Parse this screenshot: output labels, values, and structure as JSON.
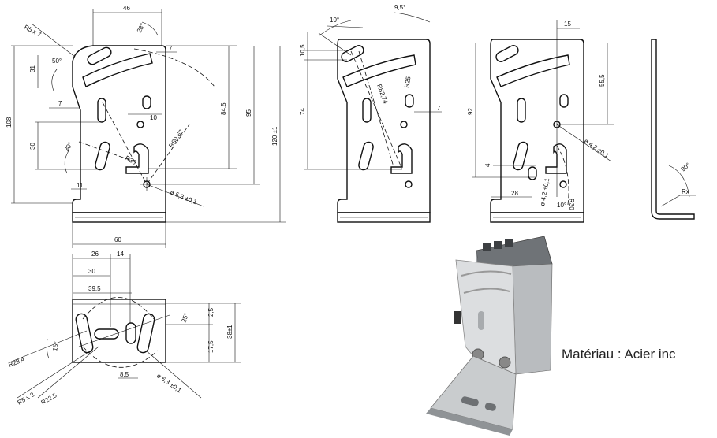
{
  "views": {
    "front": {
      "dims": [
        "46",
        "R5 x 7",
        "28°",
        "50°",
        "7",
        "31",
        "108",
        "7",
        "30",
        "30°",
        "R30",
        "10",
        "R80,62",
        "84,5",
        "95",
        "120 ±1",
        "11",
        "ø 5,3 ±0,1",
        "60"
      ]
    },
    "middle": {
      "dims": [
        "10°",
        "9,5°",
        "10,5",
        "R25",
        "R82,74",
        "7",
        "74"
      ]
    },
    "right": {
      "dims": [
        "15",
        "55,5",
        "92",
        "ø 4,2 ±0,1",
        "4",
        "28",
        "ø 4,2 ±0,1",
        "R30",
        "10°"
      ]
    },
    "side": {
      "dims": [
        "90°",
        "Rx"
      ]
    },
    "bottom": {
      "dims": [
        "26",
        "14",
        "30",
        "39,5",
        "2,5",
        "25°",
        "38±1",
        "15°",
        "17,5",
        "R28,4",
        "8,5",
        "R5 x 2",
        "R22,5",
        "ø 6,3 ±0,1"
      ]
    }
  },
  "material_label": "Matériau : Acier inc"
}
